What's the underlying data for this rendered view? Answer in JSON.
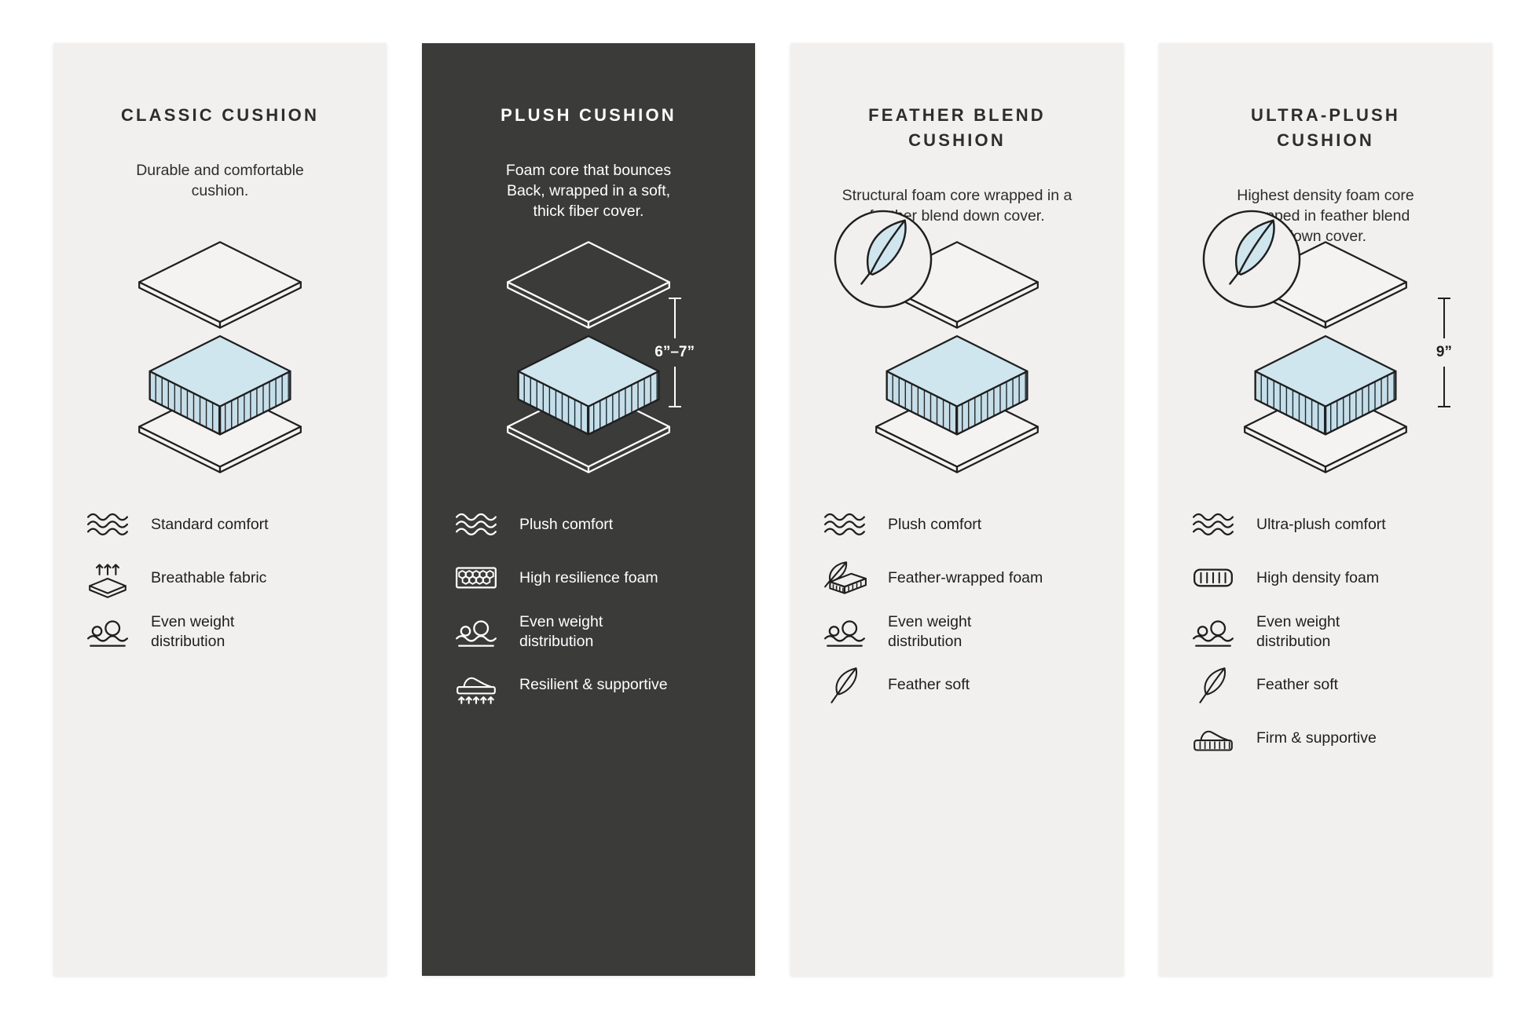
{
  "colors": {
    "page_background": "#ffffff",
    "panel_light": "#f1f0ee",
    "panel_dark": "#3b3b3a",
    "cushion_blue": "#cfe6ef",
    "line_dark": "#1f1f1f",
    "text_light": "#ffffff"
  },
  "panels": [
    {
      "id": "classic",
      "theme": "light",
      "title": "CLASSIC CUSHION",
      "description": "Durable and comfortable cushion.",
      "diagram": {
        "type": "layered-cushion",
        "badge": null,
        "measurement": null
      },
      "features": [
        {
          "icon": "wave-icon",
          "label": "Standard comfort"
        },
        {
          "icon": "breathable-fabric-icon",
          "label": "Breathable fabric"
        },
        {
          "icon": "weight-distribution-icon",
          "label": "Even weight distribution"
        }
      ]
    },
    {
      "id": "plush",
      "theme": "dark",
      "title": "PLUSH CUSHION",
      "description": "Foam core that bounces Back, wrapped in a soft, thick fiber cover.",
      "diagram": {
        "type": "layered-cushion",
        "badge": null,
        "measurement": "6”–7”"
      },
      "features": [
        {
          "icon": "wave-icon",
          "label": "Plush comfort"
        },
        {
          "icon": "honeycomb-foam-icon",
          "label": "High resilience foam"
        },
        {
          "icon": "weight-distribution-icon",
          "label": "Even weight distribution"
        },
        {
          "icon": "supportive-arrows-icon",
          "label": "Resilient & supportive"
        }
      ]
    },
    {
      "id": "feather-blend",
      "theme": "light",
      "title": "FEATHER BLEND CUSHION",
      "description": "Structural foam core wrapped in a feather blend down cover.",
      "diagram": {
        "type": "layered-cushion",
        "badge": "feather",
        "measurement": null
      },
      "features": [
        {
          "icon": "wave-icon",
          "label": "Plush comfort"
        },
        {
          "icon": "feather-wrapped-foam-icon",
          "label": "Feather-wrapped foam"
        },
        {
          "icon": "weight-distribution-icon",
          "label": "Even weight distribution"
        },
        {
          "icon": "feather-icon",
          "label": "Feather soft"
        }
      ]
    },
    {
      "id": "ultra-plush",
      "theme": "light",
      "title": "ULTRA-PLUSH CUSHION",
      "description": "Highest density foam core wrapped in feather blend down cover.",
      "diagram": {
        "type": "layered-cushion",
        "badge": "feather",
        "measurement": "9”"
      },
      "features": [
        {
          "icon": "wave-icon",
          "label": "Ultra-plush comfort"
        },
        {
          "icon": "density-foam-icon",
          "label": "High density foam"
        },
        {
          "icon": "weight-distribution-icon",
          "label": "Even weight distribution"
        },
        {
          "icon": "feather-icon",
          "label": "Feather soft"
        },
        {
          "icon": "firm-supportive-icon",
          "label": "Firm & supportive"
        }
      ]
    }
  ]
}
